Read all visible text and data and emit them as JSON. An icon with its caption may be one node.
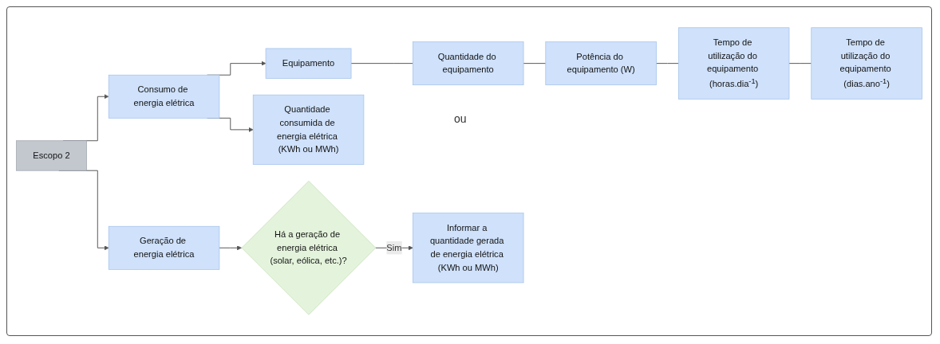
{
  "diagram": {
    "nodes": [
      {
        "text": [
          "Escopo 2"
        ]
      },
      {
        "text": [
          "Consumo de energia elétrica"
        ]
      },
      {
        "text": [
          "Equipamento"
        ]
      },
      {
        "text": [
          "Quantidade do equipamento"
        ]
      },
      {
        "text": [
          "Potência do equipamento (W)"
        ]
      },
      {
        "text": [
          "Tempo de utilização do equipamento (horas.dia$^{-1}$)"
        ]
      },
      {
        "text": [
          "Tempo de utilização do equipamento (dias.ano$^{-1}$)"
        ]
      },
      {
        "text": [
          "Quantidade consumida de energia elétrica (KWh ou MWh)"
        ]
      },
      {
        "text": [
          "Geração de energia elétrica"
        ]
      },
      {
        "text": [
          "Há a geração de energia elétrica (solar, eólica, etc.)?"
        ]
      },
      {
        "text": [
          "Informar a quantidade gerada de energia elétrica (KWh ou MWh)"
        ]
      }
    ],
    "edges": [
      {
        "from": 0,
        "to": 1,
        "arrow": "to"
      },
      {
        "from": 0,
        "to": 8,
        "arrow": "to"
      },
      {
        "from": 1,
        "to": 2,
        "arrow": "to"
      },
      {
        "from": 1,
        "to": 7,
        "arrow": "to"
      },
      {
        "from": 2,
        "to": 3,
        "arrow": "none"
      },
      {
        "from": 3,
        "to": 4,
        "arrow": "none"
      },
      {
        "from": 4,
        "to": 5,
        "arrow": "none"
      },
      {
        "from": 5,
        "to": 6,
        "arrow": "none"
      },
      {
        "from": 8,
        "to": 9,
        "arrow": "to"
      },
      {
        "from": 9,
        "to": 10,
        "label": "Sim",
        "arrow": "to"
      }
    ],
    "labels": [
      "ou"
    ]
  }
}
